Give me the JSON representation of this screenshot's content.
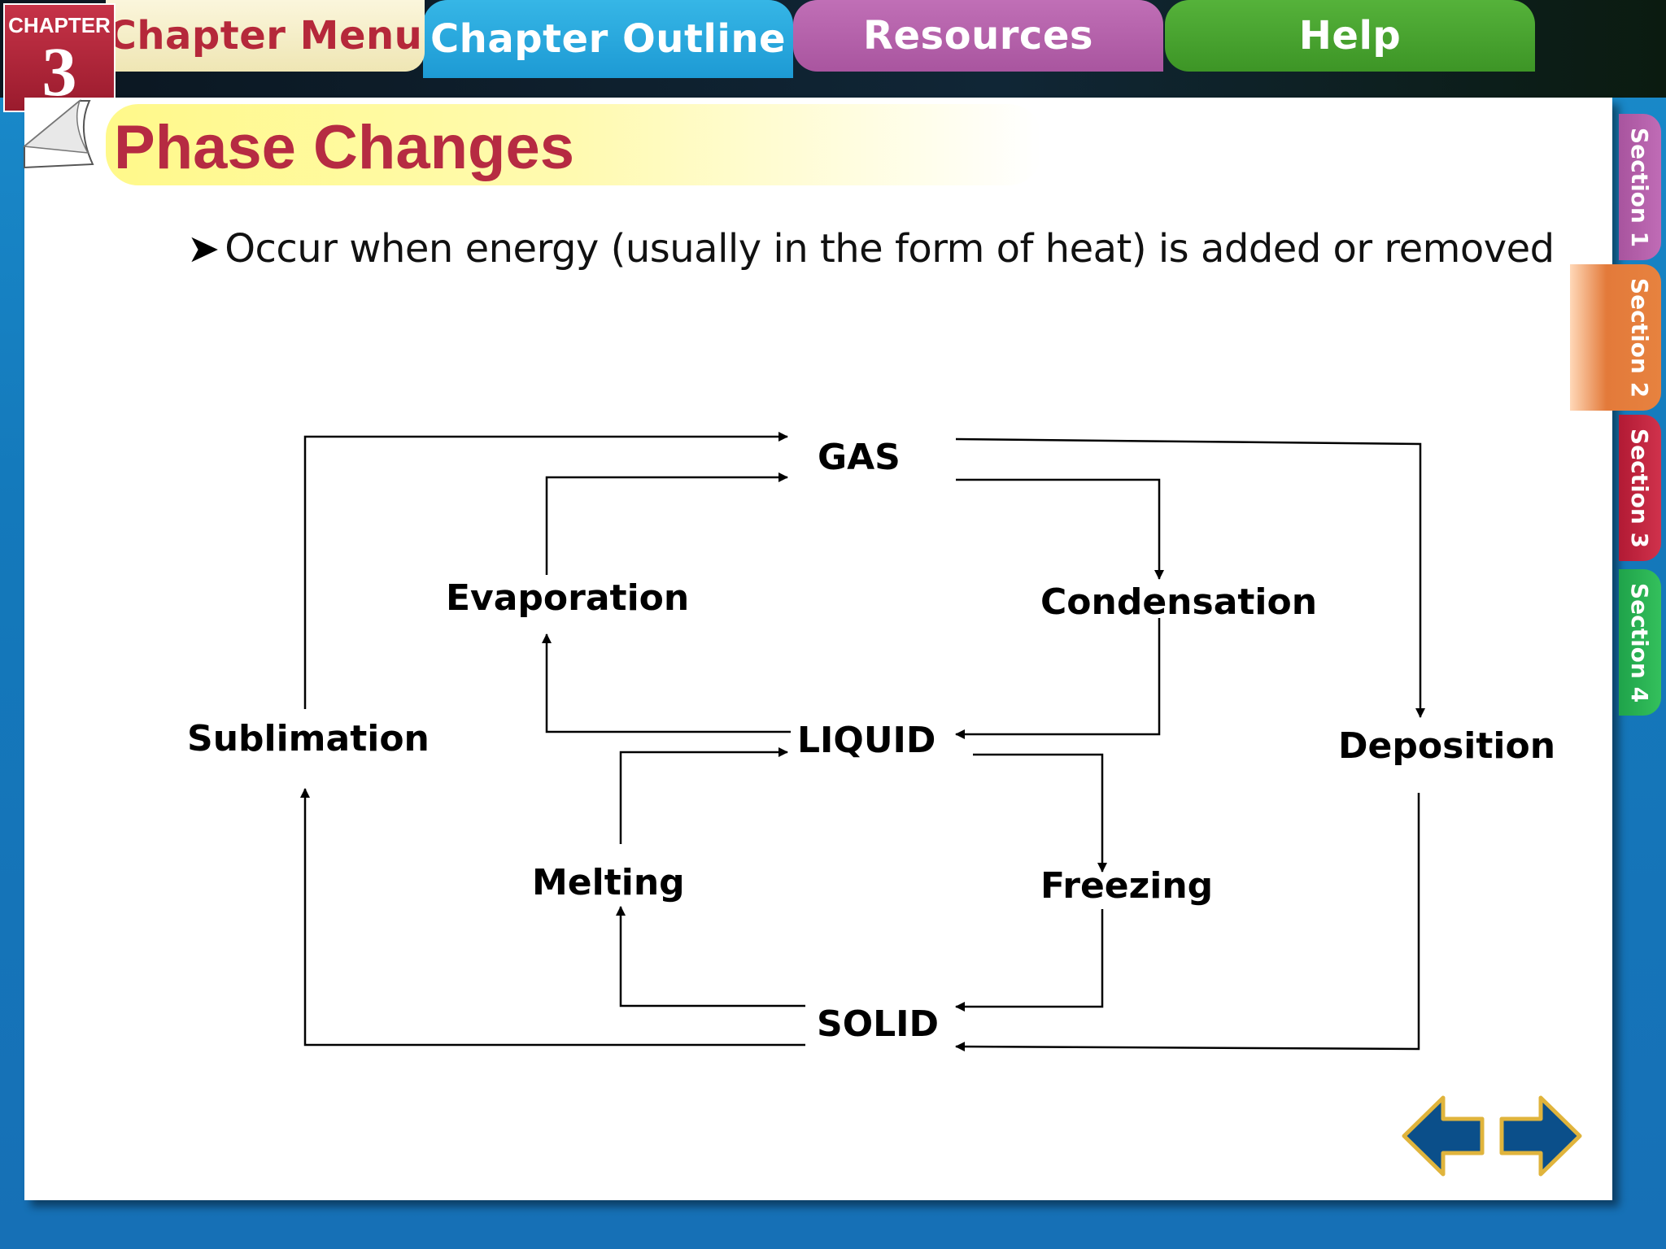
{
  "header": {
    "chapter_word": "CHAPTER",
    "chapter_number": "3",
    "tabs": [
      {
        "label": "Chapter Menu"
      },
      {
        "label": "Chapter Outline"
      },
      {
        "label": "Resources"
      },
      {
        "label": "Help"
      }
    ]
  },
  "slide": {
    "title": "Phase Changes",
    "bullet": "Occur when energy (usually in the form of heat) is added or removed"
  },
  "diagram": {
    "states": {
      "gas": "GAS",
      "liquid": "LIQUID",
      "solid": "SOLID"
    },
    "processes": {
      "evaporation": "Evaporation",
      "condensation": "Condensation",
      "sublimation": "Sublimation",
      "deposition": "Deposition",
      "melting": "Melting",
      "freezing": "Freezing"
    }
  },
  "side_tabs": [
    {
      "label": "Section 1"
    },
    {
      "label": "Section 2"
    },
    {
      "label": "Section 3"
    },
    {
      "label": "Section 4"
    }
  ],
  "colors": {
    "title": "#b62b42",
    "background": "#1680c0",
    "tab_outline": "#1d9ad4",
    "tab_resources": "#a9559f",
    "tab_help": "#3d9526",
    "nav_arrow": "#0b4f8a",
    "nav_arrow_border": "#e0b43c"
  },
  "icons": {
    "bullet": "arrowhead-bullet-icon",
    "back": "left-arrow-icon",
    "forward": "right-arrow-icon"
  }
}
